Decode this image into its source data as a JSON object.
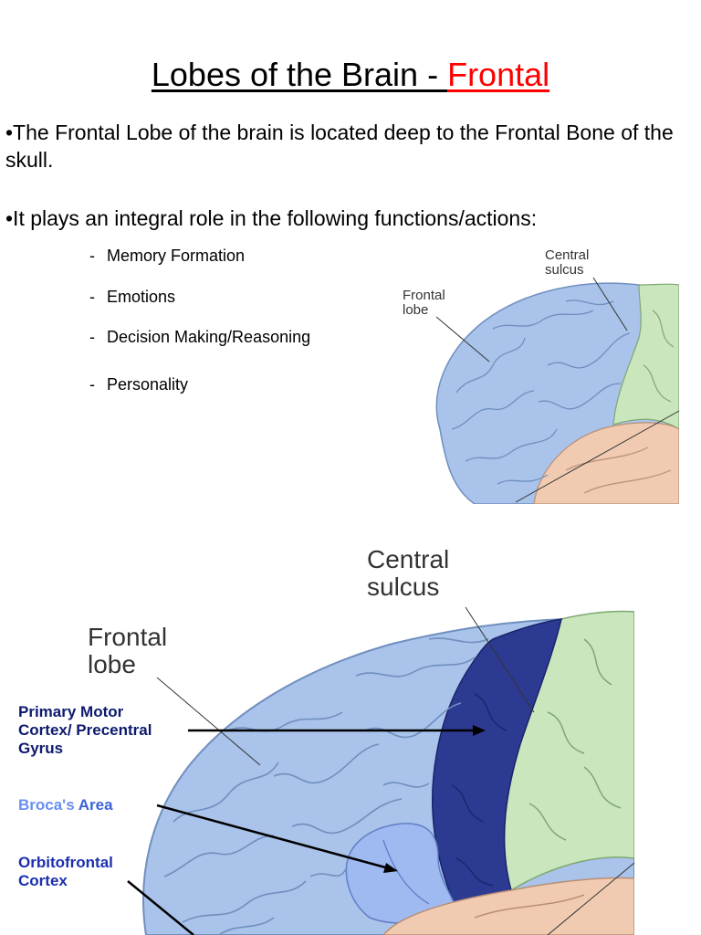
{
  "title": {
    "main": "Lobes of the Brain - ",
    "accent": "Frontal"
  },
  "bullets": [
    "•The Frontal Lobe of the brain is located deep to the Frontal Bone of the skull.",
    "•It plays an integral role in the following functions/actions:"
  ],
  "functions": [
    "Memory Formation",
    "Emotions",
    "Decision Making/Reasoning",
    "Personality"
  ],
  "dash": "-",
  "small_diagram": {
    "central_sulcus_line1": "Central",
    "central_sulcus_line2": "sulcus",
    "frontal_lobe_line1": "Frontal",
    "frontal_lobe_line2": "lobe"
  },
  "large_diagram": {
    "central_sulcus_line1": "Central",
    "central_sulcus_line2": "sulcus",
    "frontal_lobe_line1": "Frontal",
    "frontal_lobe_line2": "lobe",
    "motor_line1": "Primary Motor",
    "motor_line2": "Cortex/ Precentral",
    "motor_line3": "Gyrus",
    "broca_part1": "Broca's",
    "broca_part2": " Area",
    "orbito_line1": "Orbitofrontal",
    "orbito_line2": "Cortex"
  },
  "colors": {
    "title_accent": "#ff0000",
    "frontal_lobe": "#a9c3ea",
    "parietal_lobe": "#c9e6bd",
    "temporal_lobe": "#f0cbb1",
    "motor_cortex": "#2d3a92",
    "broca_area": "#9fb9f1",
    "label_navy": "#0d1a6e",
    "label_light_blue": "#6a8ff0"
  }
}
